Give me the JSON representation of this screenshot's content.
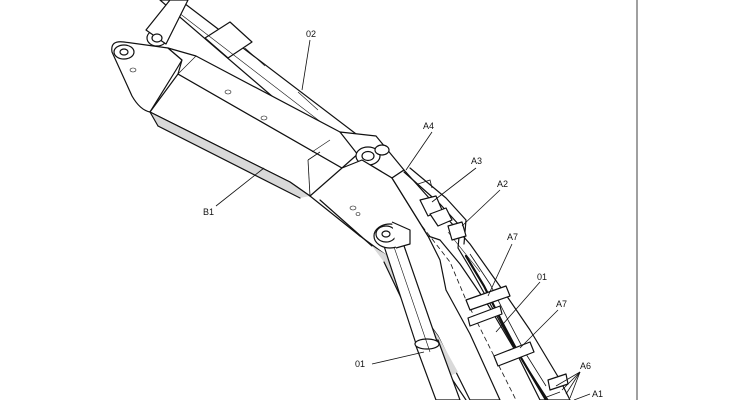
{
  "callouts": {
    "c02": "02",
    "cA4": "A4",
    "cA3": "A3",
    "cA2": "A2",
    "cB1": "B1",
    "cA7a": "A7",
    "c01a": "01",
    "cA7b": "A7",
    "c01b": "01",
    "cA6": "A6",
    "cA1": "A1"
  }
}
